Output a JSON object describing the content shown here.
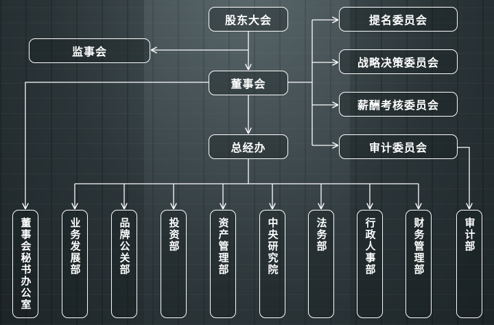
{
  "nodes": {
    "shareholders": "股东大会",
    "supervisory": "监事会",
    "board": "董事会",
    "gm_office": "总经办",
    "nomination": "提名委员会",
    "strategy": "战略决策委员会",
    "compensation": "薪酬考核委员会",
    "audit_committee": "审计委员会"
  },
  "departments": [
    "董事会秘书办公室",
    "业务发展部",
    "品牌公关部",
    "投资部",
    "资产管理部",
    "中央研究院",
    "法务部",
    "行政人事部",
    "财务管理部",
    "审计部"
  ],
  "colors": {
    "line": "#ffffff",
    "text": "#ffffff"
  }
}
